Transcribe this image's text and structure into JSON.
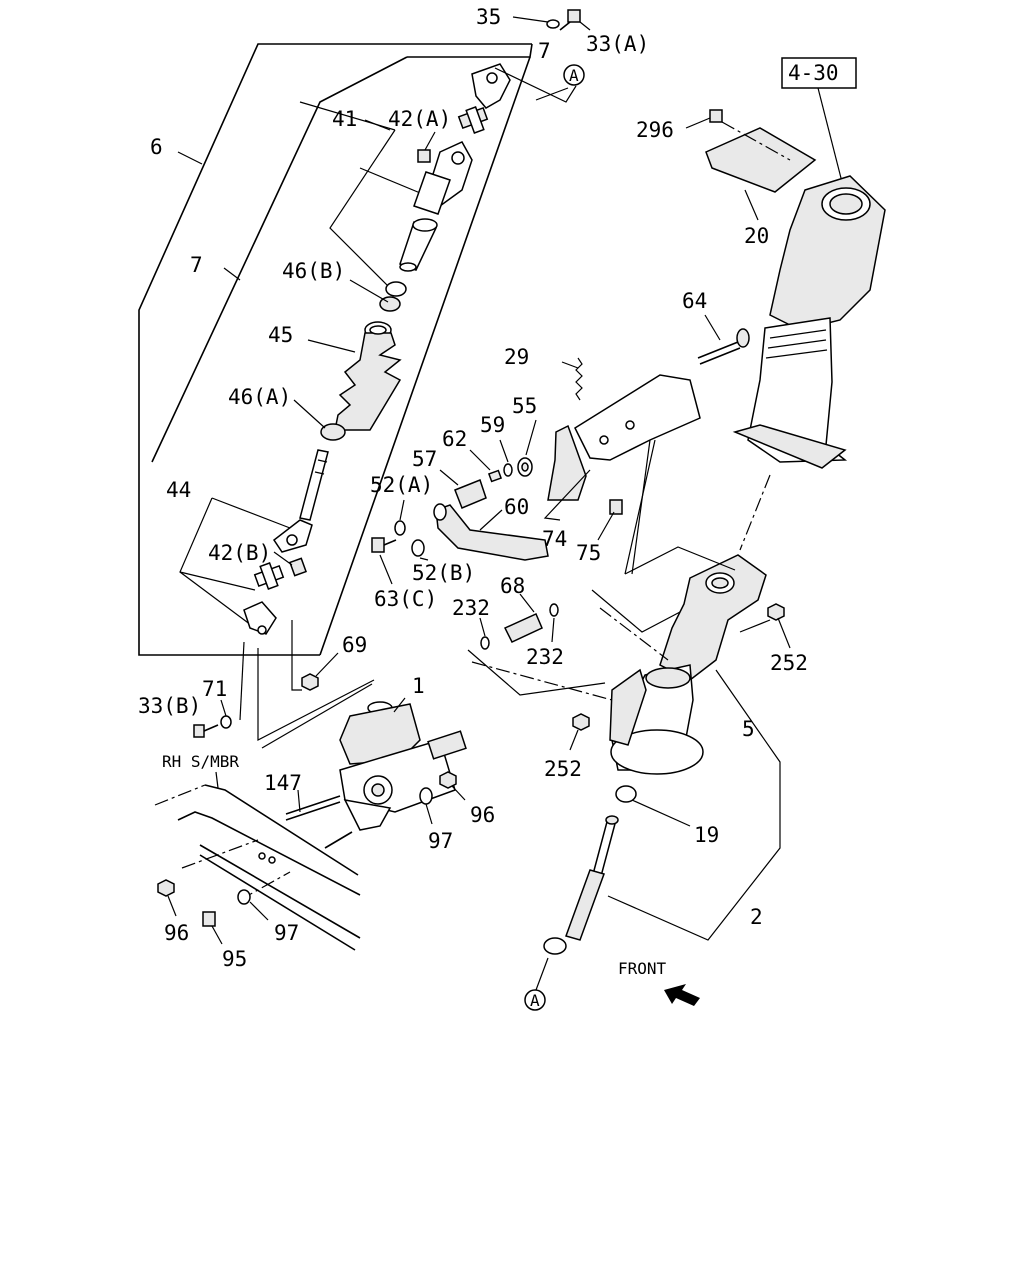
{
  "labels": {
    "l35": "35",
    "l33a": "33(A)",
    "l7a": "7",
    "l7b": "7",
    "l6": "6",
    "l41": "41",
    "l42a": "42(A)",
    "l46b": "46(B)",
    "l45": "45",
    "l46a": "46(A)",
    "l44": "44",
    "l42b": "42(B)",
    "l69": "69",
    "l1": "1",
    "l71": "71",
    "l33b": "33(B)",
    "l147": "147",
    "l96a": "96",
    "l97a": "97",
    "l96b": "96",
    "l97b": "97",
    "l95": "95",
    "l296": "296",
    "l20": "20",
    "l64": "64",
    "l29": "29",
    "l55": "55",
    "l59": "59",
    "l62": "62",
    "l57": "57",
    "l52a": "52(A)",
    "l60": "60",
    "l74": "74",
    "l75": "75",
    "l63c": "63(C)",
    "l52b": "52(B)",
    "l232a": "232",
    "l68": "68",
    "l232b": "232",
    "l252a": "252",
    "l252b": "252",
    "l5": "5",
    "l19": "19",
    "l2": "2"
  },
  "ref_box": "4-30",
  "callout_a": "A",
  "note_rh": "RH S/MBR",
  "note_front": "FRONT"
}
